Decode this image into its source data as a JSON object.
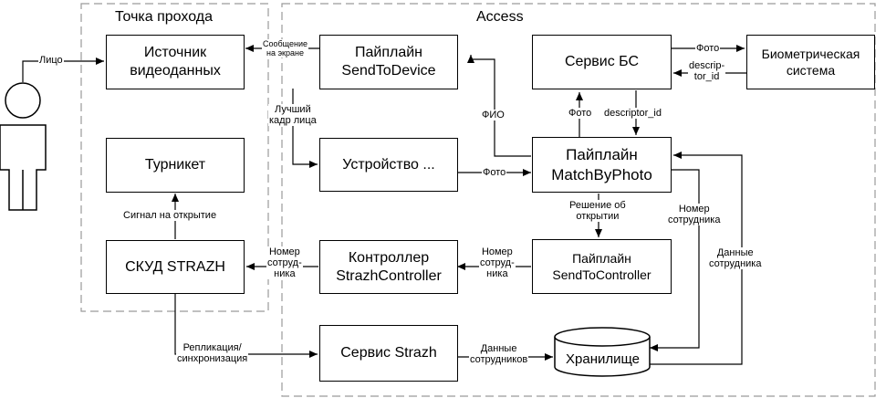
{
  "zones": {
    "entry_point": "Точка прохода",
    "access": "Access"
  },
  "blocks": {
    "video_source": "Источник\nвидеоданных",
    "turnstile": "Турникет",
    "skud": "СКУД STRAZH",
    "send_to_device": "Пайплайн\nSendToDevice",
    "device": "Устройство ...",
    "bs_service": "Сервис БС",
    "biometric_system": "Биометрическая\nсистема",
    "match_by_photo": "Пайплайн\nMatchByPhoto",
    "send_to_controller": "Пайплайн\nSendToController",
    "controller": "Контроллер\nStrazhController",
    "strazh_service": "Сервис Strazh",
    "storage": "Хранилище"
  },
  "edge_labels": {
    "face": "Лицо",
    "screen_message": "Сообщение\nна экране",
    "best_frame": "Лучший\nкадр лица",
    "photo_device": "Фото",
    "fio": "ФИО",
    "photo_up": "Фото",
    "descriptor_id_down": "descriptor_id",
    "photo_bio": "Фото",
    "descriptor_id_back": "descrip-\ntor_id",
    "open_decision": "Решение об\nоткрытии",
    "employee_no_mid": "Номер\nсотруд-\nника",
    "employee_no_left": "Номер\nсотруд-\nника",
    "open_signal": "Сигнал на открытие",
    "replication": "Репликация/\nсинхронизация",
    "employees_data": "Данные\nсотрудников",
    "employee_no_right": "Номер\nсотрудника",
    "employee_data_right": "Данные\nсотрудника"
  }
}
